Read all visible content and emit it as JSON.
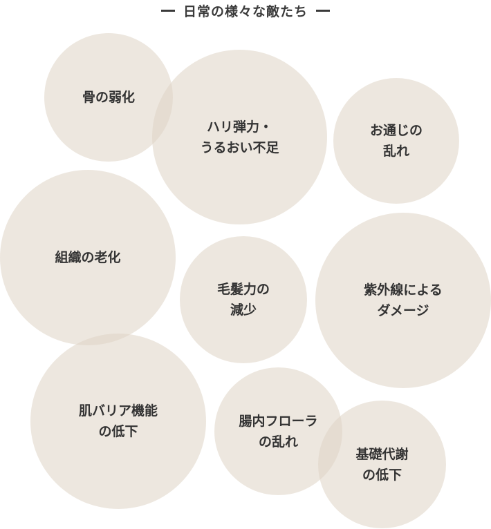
{
  "title": "日常の様々な敵たち",
  "bubbles": [
    "骨の弱化",
    "ハリ弾力・\nうるおい不足",
    "お通じの\n乱れ",
    "組織の老化",
    "毛髪力の\n減少",
    "紫外線による\nダメージ",
    "肌バリア機能\nの低下",
    "腸内フローラ\nの乱れ",
    "基礎代謝\nの低下"
  ]
}
